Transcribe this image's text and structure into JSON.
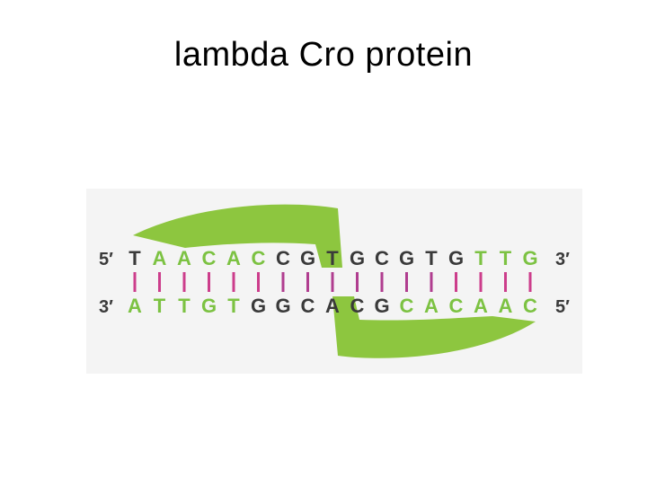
{
  "slide": {
    "title": "lambda Cro protein"
  },
  "figure": {
    "top_strand": {
      "end_left": "5′",
      "end_right": "3′",
      "bases": [
        "T",
        "A",
        "A",
        "C",
        "A",
        "C",
        "C",
        "G",
        "T",
        "G",
        "C",
        "G",
        "T",
        "G",
        "T",
        "T",
        "G"
      ]
    },
    "bottom_strand": {
      "end_left": "3′",
      "end_right": "5′",
      "bases": [
        "A",
        "T",
        "T",
        "G",
        "T",
        "G",
        "G",
        "C",
        "A",
        "C",
        "G",
        "C",
        "A",
        "C",
        "A",
        "A",
        "C"
      ]
    },
    "colors": {
      "protein": "#8dc63f",
      "highlight_bases": "#7cc242",
      "plain_bases": "#3a3a3a",
      "bond_lines": "#cc3d8b",
      "bond_inner": "#b03d8f"
    },
    "protein_icon": "cro-protein-shape"
  }
}
